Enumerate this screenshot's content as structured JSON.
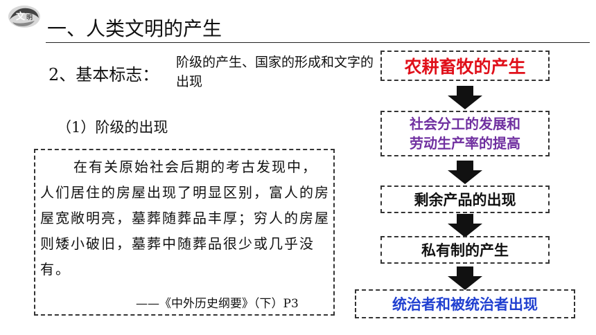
{
  "header": {
    "logo_text": "文明",
    "title": "一、人类文明的产生"
  },
  "section": {
    "label": "2、基本标志：",
    "text": "阶级的产生、国家的形成和文字的出现",
    "sub_heading": "（1）阶级的出现"
  },
  "quote": {
    "text": "在有关原始社会后期的考古发现中，人们居住的房屋出现了明显区别，富人的房屋宽敞明亮，墓葬随葬品丰厚；穷人的房屋则矮小破旧，墓葬中随葬品很少或几乎没有。",
    "source": "——《中外历史纲要》（下）P3"
  },
  "flow": {
    "steps": [
      {
        "label": "农耕畜牧的产生",
        "color": "#e0101a"
      },
      {
        "label_line1": "社会分工的发展和",
        "label_line2": "劳动生产率的提高",
        "color": "#7030a0"
      },
      {
        "label": "剩余产品的出现",
        "color": "#111111"
      },
      {
        "label": "私有制的产生",
        "color": "#111111"
      },
      {
        "label": "统治者和被统治者出现",
        "color": "#2040d0"
      }
    ]
  }
}
